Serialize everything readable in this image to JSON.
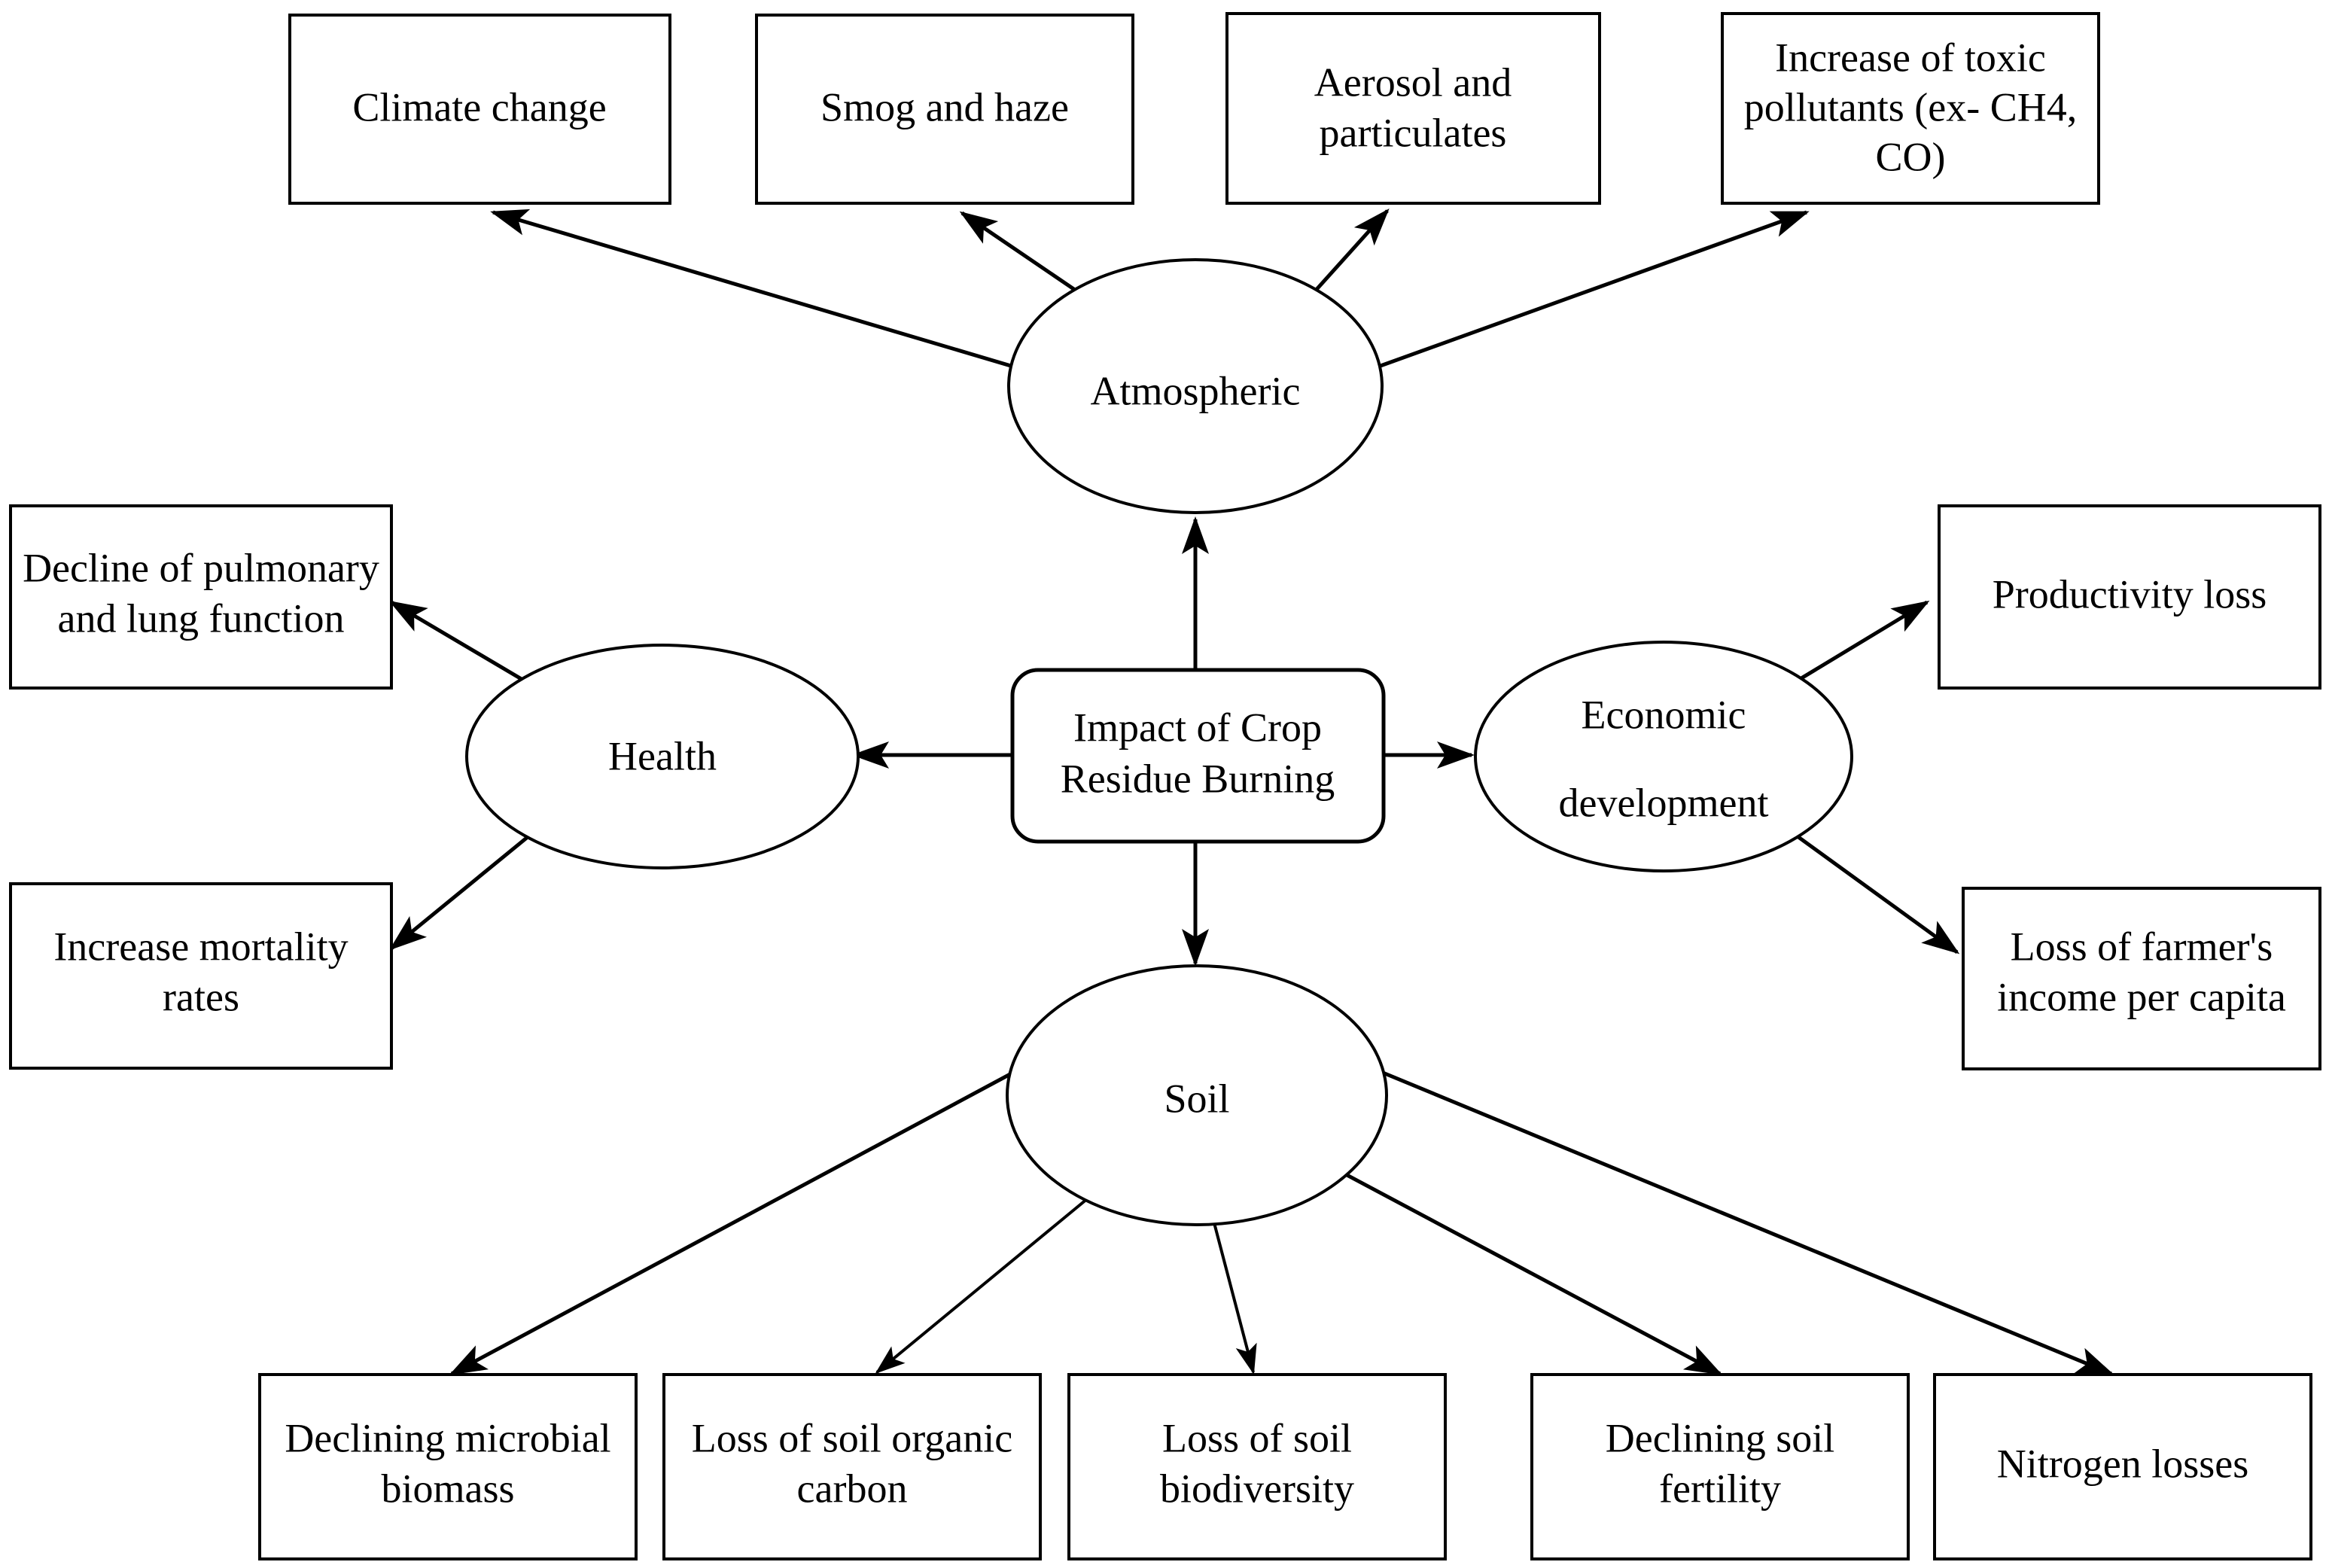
{
  "diagram": {
    "title": "Impact of Crop Residue Burning",
    "type": "concept-map",
    "colors": {
      "background": "#ffffff",
      "stroke": "#000000",
      "text": "#000000"
    },
    "center": {
      "id": "center",
      "label_line1": "Impact of Crop",
      "label_line2": "Residue Burning",
      "shape": "rounded-rectangle"
    },
    "categories": [
      {
        "id": "atmospheric",
        "label": "Atmospheric",
        "shape": "ellipse",
        "position": "top"
      },
      {
        "id": "health",
        "label": "Health",
        "shape": "ellipse",
        "position": "left"
      },
      {
        "id": "economic",
        "label_line1": "Economic",
        "label_line2": "development",
        "shape": "ellipse",
        "position": "right"
      },
      {
        "id": "soil",
        "label": "Soil",
        "shape": "ellipse",
        "position": "bottom"
      }
    ],
    "outcomes": {
      "atmospheric": [
        {
          "id": "climate-change",
          "line1": "Climate change",
          "line2": "",
          "line3": ""
        },
        {
          "id": "smog-and-haze",
          "line1": "Smog and haze",
          "line2": "",
          "line3": ""
        },
        {
          "id": "aerosol-and-particulates",
          "line1": "Aerosol and",
          "line2": "particulates",
          "line3": ""
        },
        {
          "id": "increase-of-toxic-pollutants",
          "line1": "Increase of toxic",
          "line2": "pollutants (ex- CH4,",
          "line3": "CO)"
        }
      ],
      "health": [
        {
          "id": "decline-of-pulmonary-and-lung-function",
          "line1": "Decline of pulmonary",
          "line2": "and lung function",
          "line3": ""
        },
        {
          "id": "increase-mortality-rates",
          "line1": "Increase mortality",
          "line2": "rates",
          "line3": ""
        }
      ],
      "economic": [
        {
          "id": "productivity-loss",
          "line1": "Productivity loss",
          "line2": "",
          "line3": ""
        },
        {
          "id": "loss-of-farmers-income-per-capita",
          "line1": "Loss of farmer's",
          "line2": "income per capita",
          "line3": ""
        }
      ],
      "soil": [
        {
          "id": "declining-microbial-biomass",
          "line1": "Declining microbial",
          "line2": "biomass",
          "line3": ""
        },
        {
          "id": "loss-of-soil-organic-carbon",
          "line1": "Loss of soil organic",
          "line2": "carbon",
          "line3": ""
        },
        {
          "id": "loss-of-soil-biodiversity",
          "line1": "Loss of soil",
          "line2": "biodiversity",
          "line3": ""
        },
        {
          "id": "declining-soil-fertility",
          "line1": "Declining soil",
          "line2": "fertility",
          "line3": ""
        },
        {
          "id": "nitrogen-losses",
          "line1": "Nitrogen losses",
          "line2": "",
          "line3": ""
        }
      ]
    }
  }
}
